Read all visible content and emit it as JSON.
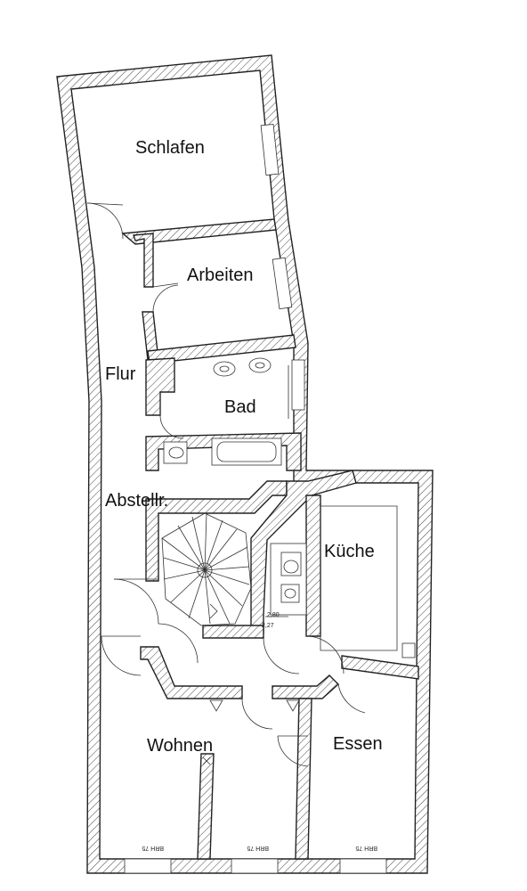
{
  "rooms": {
    "schlafen": "Schlafen",
    "arbeiten": "Arbeiten",
    "flur": "Flur",
    "bad": "Bad",
    "abstellraum": "Abstellr.",
    "kueche": "Küche",
    "wohnen": "Wohnen",
    "essen": "Essen"
  },
  "annotations": {
    "window_1": "BRH 75",
    "window_2": "BRH 75",
    "window_3": "BRH 75",
    "wc_note_1": "2,80",
    "wc_note_2": "2,27"
  }
}
